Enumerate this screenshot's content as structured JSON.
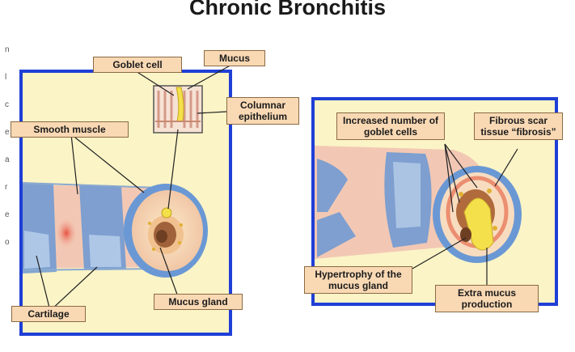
{
  "title": "Chronic Bronchitis",
  "side_text": [
    "n",
    "l",
    "c",
    "e",
    "a",
    "r",
    "e",
    "o"
  ],
  "left_panel": {
    "labels": {
      "goblet_cell": "Goblet cell",
      "mucus": "Mucus",
      "columnar_epithelium": "Columnar epithelium",
      "smooth_muscle": "Smooth muscle",
      "mucus_gland": "Mucus gland",
      "cartilage": "Cartilage"
    }
  },
  "right_panel": {
    "labels": {
      "increased_goblet_cells": "Increased number of goblet cells",
      "fibrous_scar": "Fibrous scar tissue “fibrosis”",
      "hypertrophy": "Hypertrophy of the mucus gland",
      "extra_mucus": "Extra mucus production"
    }
  },
  "colors": {
    "frame": "#1f3fd6",
    "panel_bg": "#fbf4c6",
    "label_bg": "#f9d9b4",
    "cartilage_blue": "#5b8fd0",
    "tissue_pink": "#f2c8b4",
    "mucus_yellow": "#f4e04a"
  }
}
